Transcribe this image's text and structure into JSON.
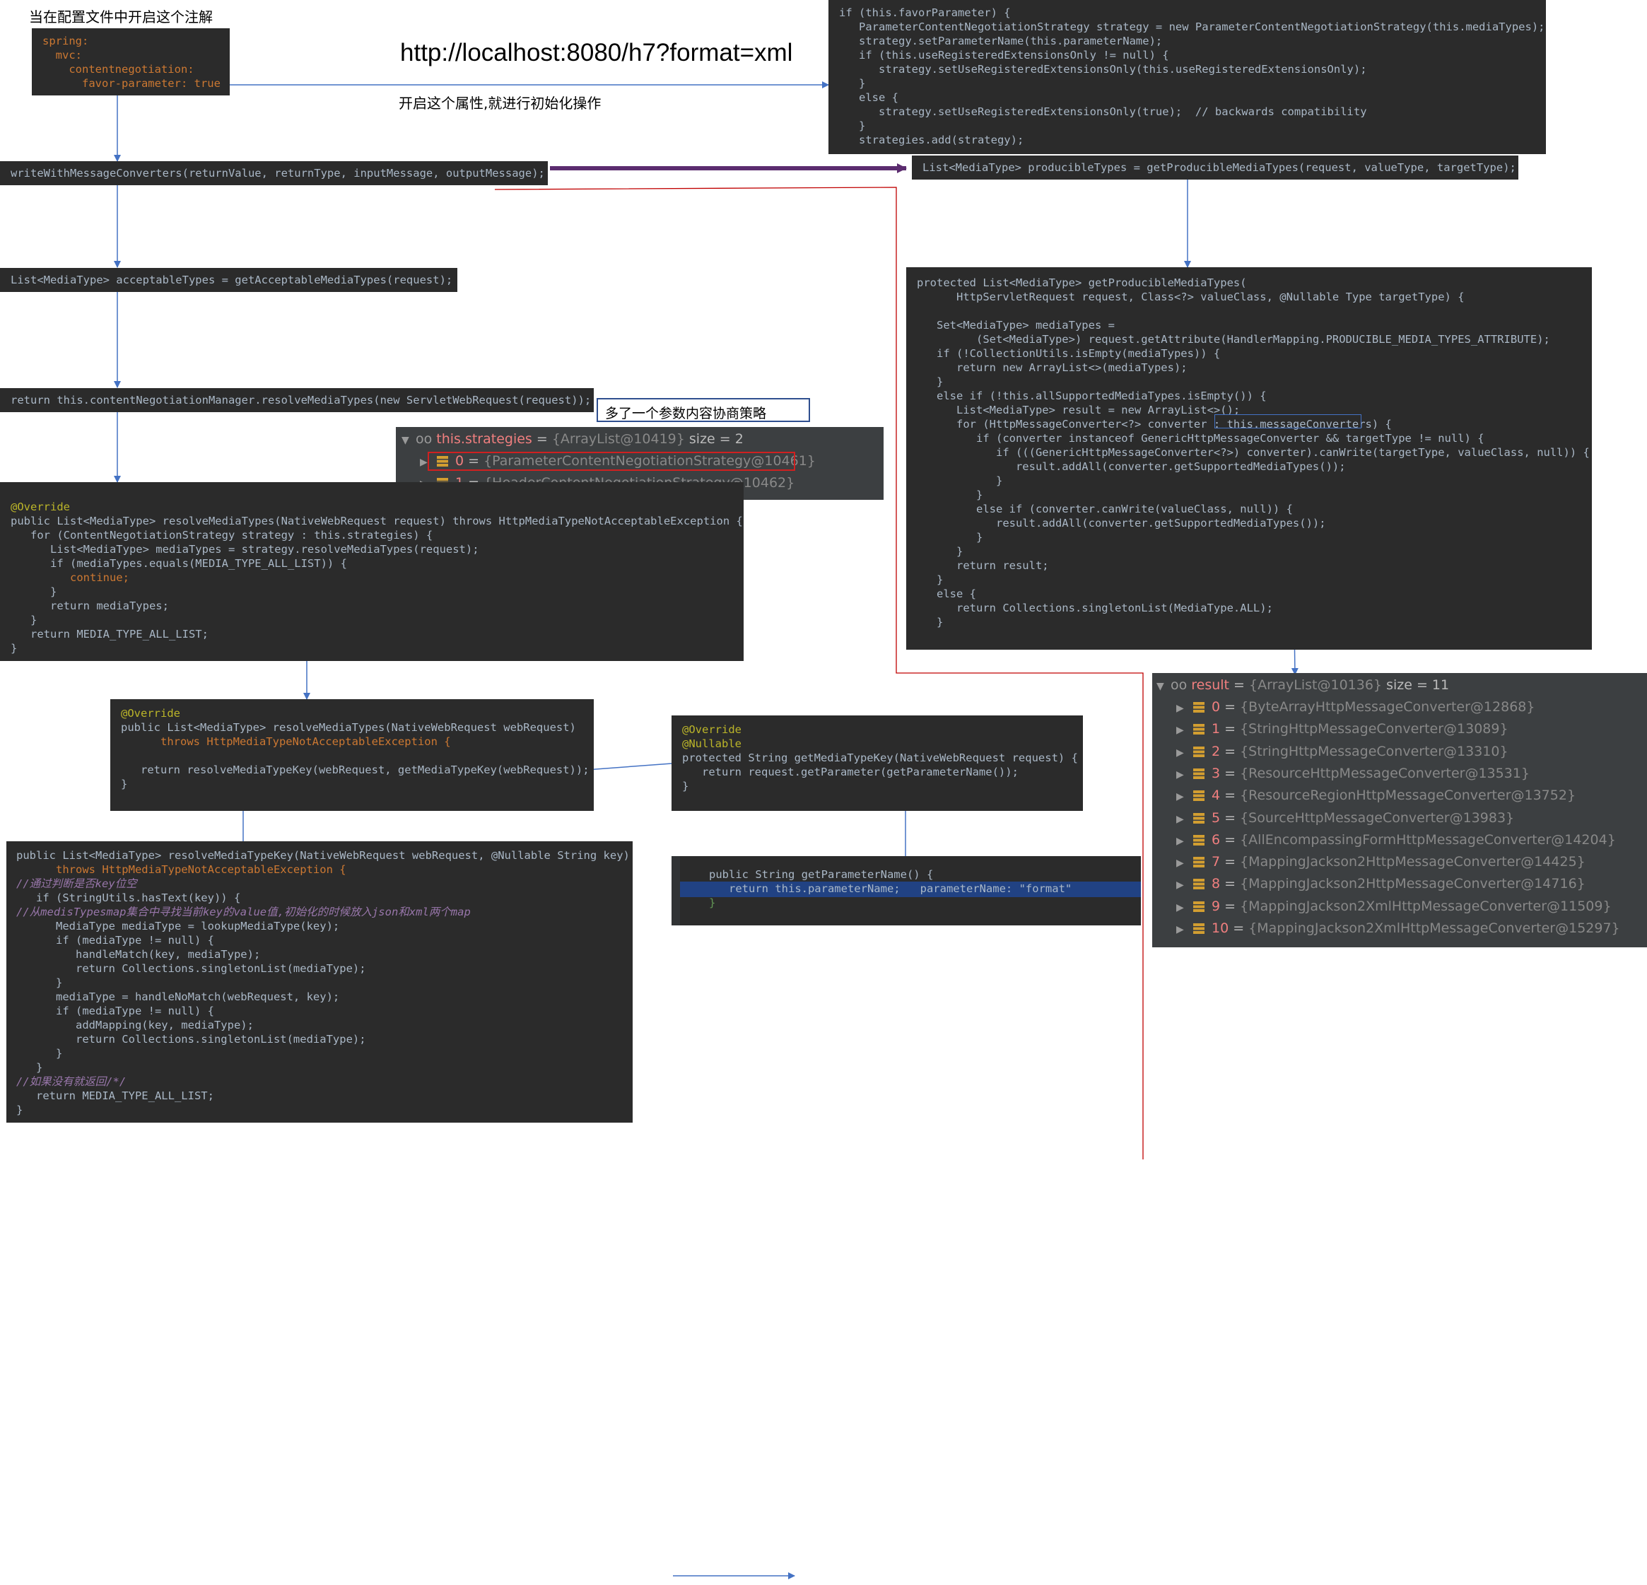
{
  "labels": {
    "config_note": "当在配置文件中开启这个注解",
    "url": "http://localhost:8080/h7?format=xml",
    "init_note": "开启这个属性,就进行初始化操作",
    "strategy_note": "多了一个参数内容协商策略"
  },
  "yaml": [
    "spring:",
    "  mvc:",
    "    contentnegotiation:",
    "      favor-parameter: true"
  ],
  "code": {
    "favor": [
      "if (this.favorParameter) {",
      "   ParameterContentNegotiationStrategy strategy = new ParameterContentNegotiationStrategy(this.mediaTypes);",
      "   strategy.setParameterName(this.parameterName);",
      "   if (this.useRegisteredExtensionsOnly != null) {",
      "      strategy.setUseRegisteredExtensionsOnly(this.useRegisteredExtensionsOnly);",
      "   }",
      "   else {",
      "      strategy.setUseRegisteredExtensionsOnly(true);  // backwards compatibility",
      "   }",
      "   strategies.add(strategy);"
    ],
    "write": "writeWithMessageConverters(returnValue, returnType, inputMessage, outputMessage);",
    "producible_call": "List<MediaType> producibleTypes = getProducibleMediaTypes(request, valueType, targetType);",
    "acceptable": "List<MediaType> acceptableTypes = getAcceptableMediaTypes(request);",
    "return_resolve": "return this.contentNegotiationManager.resolveMediaTypes(new ServletWebRequest(request));",
    "resolve_manager": [
      "@Override",
      "public List<MediaType> resolveMediaTypes(NativeWebRequest request) throws HttpMediaTypeNotAcceptableException {",
      "   for (ContentNegotiationStrategy strategy : this.strategies) {",
      "      List<MediaType> mediaTypes = strategy.resolveMediaTypes(request);",
      "      if (mediaTypes.equals(MEDIA_TYPE_ALL_LIST)) {",
      "         continue;",
      "      }",
      "      return mediaTypes;",
      "   }",
      "   return MEDIA_TYPE_ALL_LIST;",
      "}"
    ],
    "producible_method": [
      "protected List<MediaType> getProducibleMediaTypes(",
      "      HttpServletRequest request, Class<?> valueClass, @Nullable Type targetType) {",
      "",
      "   Set<MediaType> mediaTypes =",
      "         (Set<MediaType>) request.getAttribute(HandlerMapping.PRODUCIBLE_MEDIA_TYPES_ATTRIBUTE);",
      "   if (!CollectionUtils.isEmpty(mediaTypes)) {",
      "      return new ArrayList<>(mediaTypes);",
      "   }",
      "   else if (!this.allSupportedMediaTypes.isEmpty()) {",
      "      List<MediaType> result = new ArrayList<>();",
      "      for (HttpMessageConverter<?> converter : this.messageConverters) {",
      "         if (converter instanceof GenericHttpMessageConverter && targetType != null) {",
      "            if (((GenericHttpMessageConverter<?>) converter).canWrite(targetType, valueClass, null)) {",
      "               result.addAll(converter.getSupportedMediaTypes());",
      "            }",
      "         }",
      "         else if (converter.canWrite(valueClass, null)) {",
      "            result.addAll(converter.getSupportedMediaTypes());",
      "         }",
      "      }",
      "      return result;",
      "   }",
      "   else {",
      "      return Collections.singletonList(MediaType.ALL);",
      "   }",
      "}"
    ],
    "resolve_param": [
      "@Override",
      "public List<MediaType> resolveMediaTypes(NativeWebRequest webRequest)",
      "      throws HttpMediaTypeNotAcceptableException {",
      "",
      "   return resolveMediaTypeKey(webRequest, getMediaTypeKey(webRequest));",
      "}"
    ],
    "get_key": [
      "@Override",
      "@Nullable",
      "protected String getMediaTypeKey(NativeWebRequest request) {",
      "   return request.getParameter(getParameterName());",
      "}"
    ],
    "resolve_key": [
      "public List<MediaType> resolveMediaTypeKey(NativeWebRequest webRequest, @Nullable String key)",
      "      throws HttpMediaTypeNotAcceptableException {",
      "//通过判断是否key位空",
      "   if (StringUtils.hasText(key)) {",
      "//从medisTypesmap集合中寻找当前key的value值,初始化的时候放入json和xml两个map",
      "      MediaType mediaType = lookupMediaType(key);",
      "      if (mediaType != null) {",
      "         handleMatch(key, mediaType);",
      "         return Collections.singletonList(mediaType);",
      "      }",
      "      mediaType = handleNoMatch(webRequest, key);",
      "      if (mediaType != null) {",
      "         addMapping(key, mediaType);",
      "         return Collections.singletonList(mediaType);",
      "      }",
      "   }",
      "//如果没有就返回/*/",
      "   return MEDIA_TYPE_ALL_LIST;",
      "}"
    ],
    "param_name": [
      "public String getParameterName() {",
      "   return this.parameterName;   parameterName: \"format\"",
      "}"
    ]
  },
  "strategies_debug": {
    "header": {
      "name": "this.strategies",
      "value": "{ArrayList@10419}",
      "size": "size = 2"
    },
    "items": [
      {
        "index": "0",
        "value": "{ParameterContentNegotiationStrategy@10461}"
      },
      {
        "index": "1",
        "value": "{HeaderContentNegotiationStrategy@10462}"
      }
    ]
  },
  "result_debug": {
    "header": {
      "name": "result",
      "value": "{ArrayList@10136}",
      "size": "size = 11"
    },
    "items": [
      {
        "index": "0",
        "value": "{ByteArrayHttpMessageConverter@12868}"
      },
      {
        "index": "1",
        "value": "{StringHttpMessageConverter@13089}"
      },
      {
        "index": "2",
        "value": "{StringHttpMessageConverter@13310}"
      },
      {
        "index": "3",
        "value": "{ResourceHttpMessageConverter@13531}"
      },
      {
        "index": "4",
        "value": "{ResourceRegionHttpMessageConverter@13752}"
      },
      {
        "index": "5",
        "value": "{SourceHttpMessageConverter@13983}"
      },
      {
        "index": "6",
        "value": "{AllEncompassingFormHttpMessageConverter@14204}"
      },
      {
        "index": "7",
        "value": "{MappingJackson2HttpMessageConverter@14425}"
      },
      {
        "index": "8",
        "value": "{MappingJackson2HttpMessageConverter@14716}"
      },
      {
        "index": "9",
        "value": "{MappingJackson2XmlHttpMessageConverter@11509}"
      },
      {
        "index": "10",
        "value": "{MappingJackson2XmlHttpMessageConverter@15297}"
      }
    ]
  },
  "colors": {
    "code_bg": "#2b2b2b",
    "debug_bg": "#3c3f41",
    "arrow": "#4472c4",
    "red_line": "#c00000",
    "thick_arrow": "#5b2c6f",
    "keyword": "#cc7832",
    "field": "#9876aa",
    "method": "#ffc66d",
    "comment": "#808080",
    "selection": "#214283"
  }
}
